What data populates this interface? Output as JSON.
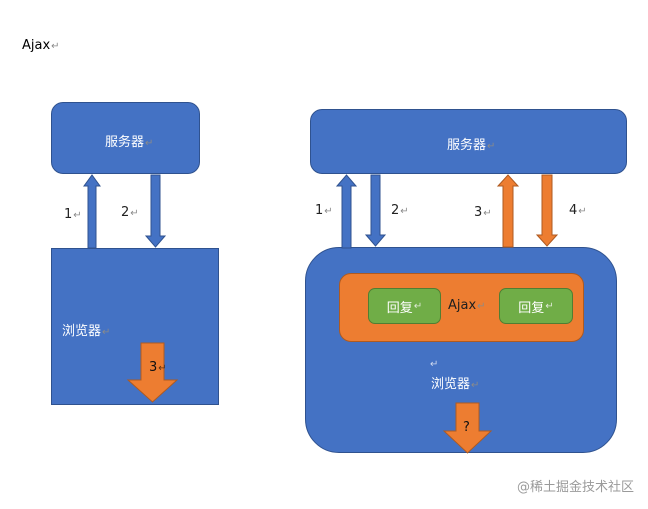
{
  "title": "Ajax",
  "left": {
    "server": "服务器",
    "browser": "浏览器",
    "step1": "1",
    "step2": "2",
    "step3": "3"
  },
  "right": {
    "server": "服务器",
    "browser": "浏览器",
    "ajax": "Ajax",
    "reply_left": "回复",
    "reply_right": "回复",
    "step1": "1",
    "step2": "2",
    "step3": "3",
    "step4": "4",
    "question": "?"
  },
  "watermark": "@稀土掘金技术社区",
  "colors": {
    "blue": "#4472c4",
    "orange": "#ed7d31",
    "green": "#70ad47"
  }
}
